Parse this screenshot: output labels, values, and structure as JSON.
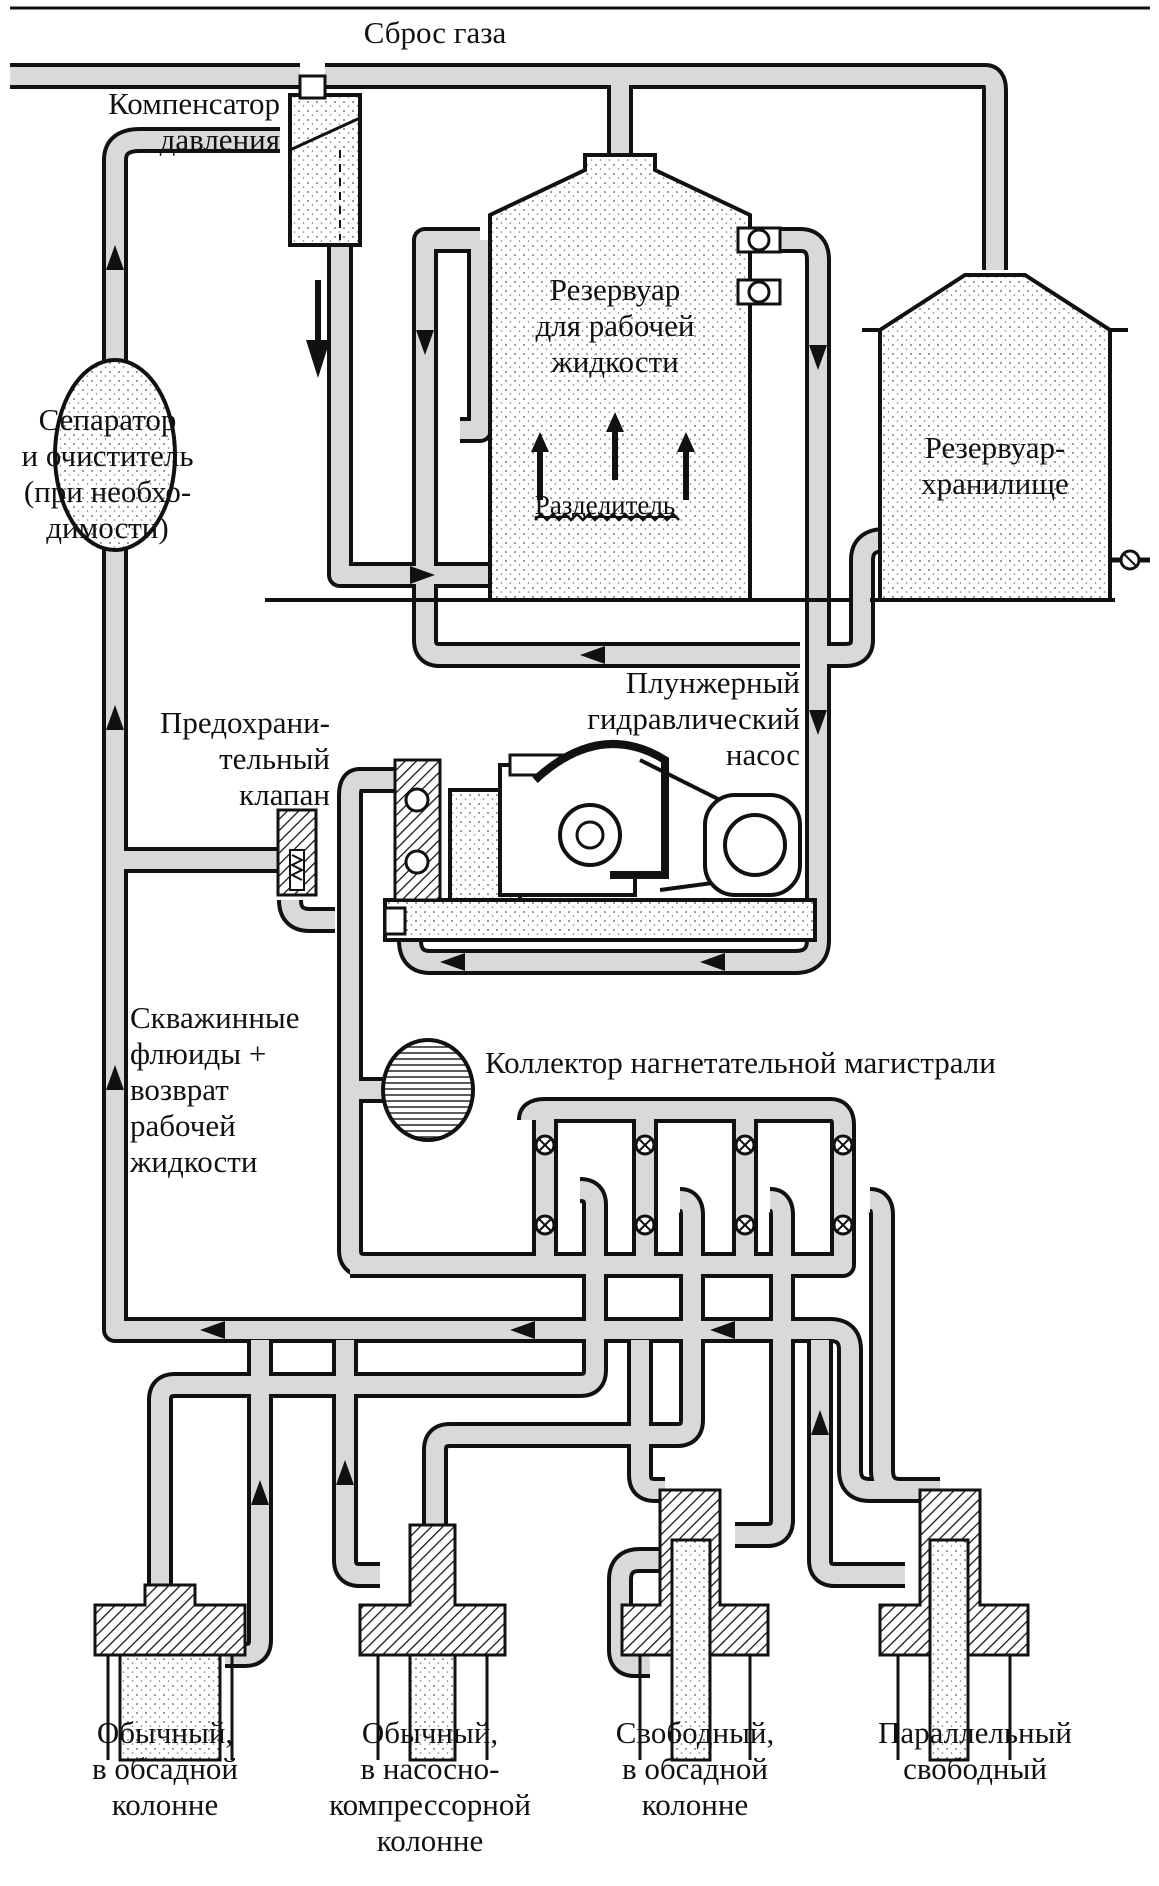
{
  "labels": {
    "gas_vent": "Сброс газа",
    "pressure_compensator": "Компенсатор\nдавления",
    "working_fluid_tank": "Резервуар\nдля рабочей\nжидкости",
    "separator": "Сепаратор\nи очиститель\n(при необхо-\nдимости)",
    "storage_tank": "Резервуар-\nхранилище",
    "divider": "Разделитель",
    "plunger_pump": "Плунжерный\nгидравлический\nнасос",
    "safety_valve": "Предохрани-\nтельный\nклапан",
    "well_fluids": "Скважинные\nфлюиды +\nвозврат\nрабочей\nжидкости",
    "manifold_prefix": "Коллектор нагнетательной ",
    "manifold_bold": "магистрали",
    "well_1": "Обычный,\nв обсадной\nколонне",
    "well_2": "Обычный,\nв насосно-\nкомпрессорной\nколонне",
    "well_3": "Свободный,\nв обсадной\nколонне",
    "well_4": "Параллельный\nсвободный"
  },
  "colors": {
    "ink": "#111111",
    "fill": "#d9d9d9",
    "paper": "#ffffff"
  }
}
